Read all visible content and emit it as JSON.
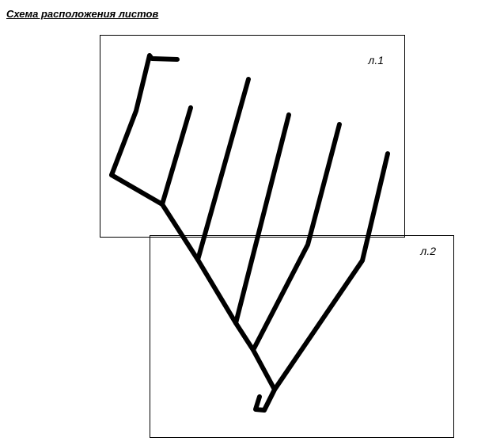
{
  "title": "Схема расположения листов",
  "sheets": [
    {
      "label": "л.1"
    },
    {
      "label": "л.2"
    }
  ]
}
